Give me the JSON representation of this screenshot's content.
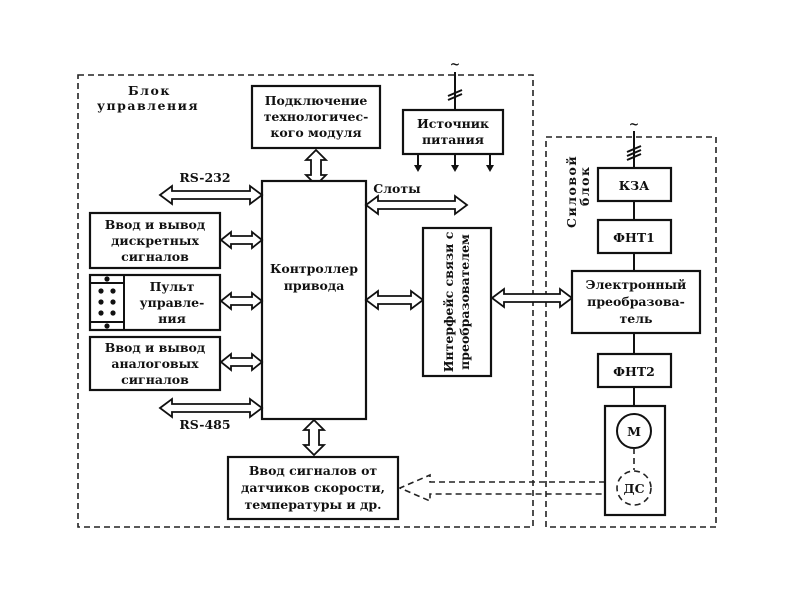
{
  "control_block": {
    "label_line1": "Блок",
    "label_line2": "управления",
    "tech_module": [
      "Подключение",
      "технологичес-",
      "кого модуля"
    ],
    "power_supply": [
      "Источник",
      "питания"
    ],
    "power_supply_input": "~",
    "controller": [
      "Контроллер",
      "привода"
    ],
    "rs232": "RS-232",
    "rs485": "RS-485",
    "slots": "Слоты",
    "discrete_io": [
      "Ввод и вывод",
      "дискретных",
      "сигналов"
    ],
    "control_panel": [
      "Пульт",
      "управле-",
      "ния"
    ],
    "analog_io": [
      "Ввод и вывод",
      "аналоговых",
      "сигналов"
    ],
    "converter_interface": [
      "Интерфейс связи с",
      "преобразователем"
    ],
    "sensor_input": [
      "Ввод сигналов от",
      "датчиков скорости,",
      "температуры и др."
    ]
  },
  "power_block": {
    "label_line1": "Силовой",
    "label_line2": "блок",
    "mains_input": "~",
    "kza": "КЗА",
    "fnt1": "ФНТ1",
    "converter": [
      "Электронный",
      "преобразова-",
      "тель"
    ],
    "fnt2": "ФНТ2",
    "motor": "М",
    "speed_sensor": "ДС"
  }
}
